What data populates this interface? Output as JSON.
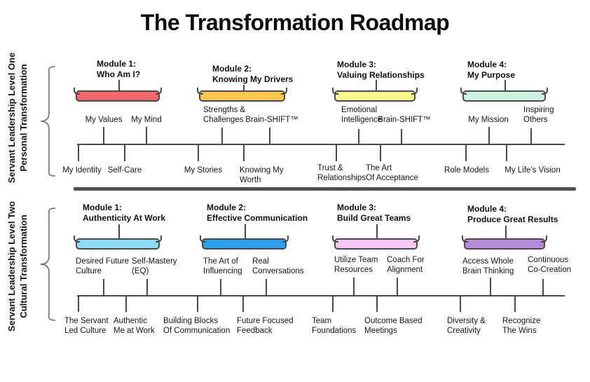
{
  "title": "The Transformation Roadmap",
  "colors": {
    "line": "#4a4a4a",
    "divider": "#4f4f4f"
  },
  "levels": [
    {
      "side_label_line1": "Servant Leadership Level One",
      "side_label_line2": "Personal Transformation",
      "modules": [
        {
          "number": "Module 1:",
          "title": "Who Am I?",
          "bar_color": "#F9696C",
          "topics_above": [
            {
              "label": "My Values"
            },
            {
              "label": "My Mind"
            }
          ],
          "topics_below": [
            {
              "label": "My Identity"
            },
            {
              "label": "Self-Care"
            }
          ]
        },
        {
          "number": "Module 2:",
          "title": "Knowing My Drivers",
          "bar_color": "#FBC84F",
          "topics_above": [
            {
              "label": "Strengths &\nChallenges"
            },
            {
              "label": "Brain-SHIFT™"
            }
          ],
          "topics_below": [
            {
              "label": "My Stories"
            },
            {
              "label": "Knowing My\nWorth"
            }
          ]
        },
        {
          "number": "Module 3:",
          "title": "Valuing Relationships",
          "bar_color": "#FAFA8C",
          "topics_above": [
            {
              "label": "Emotional\nIntelligence"
            },
            {
              "label": "Brain-SHIFT™"
            }
          ],
          "topics_below": [
            {
              "label": "Trust &\nRelationships"
            },
            {
              "label": "The Art\nOf Acceptance"
            }
          ]
        },
        {
          "number": "Module 4:",
          "title": "My Purpose",
          "bar_color": "#CBF2DF",
          "topics_above": [
            {
              "label": "My Mission"
            },
            {
              "label": "Inspiring\nOthers"
            }
          ],
          "topics_below": [
            {
              "label": "Role Models"
            },
            {
              "label": "My Life’s Vision"
            }
          ]
        }
      ]
    },
    {
      "side_label_line1": "Servant Leadership Level Two",
      "side_label_line2": "Cultural Transformation",
      "modules": [
        {
          "number": "Module 1:",
          "title": "Authenticity At Work",
          "bar_color": "#8FDCFA",
          "topics_above": [
            {
              "label": "Desired Future\nCulture"
            },
            {
              "label": "Self-Mastery\n(EQ)"
            }
          ],
          "topics_below": [
            {
              "label": "The Servant\nLed Culture"
            },
            {
              "label": "Authentic\nMe at Work"
            }
          ]
        },
        {
          "number": "Module 2:",
          "title": "Effective Communication",
          "bar_color": "#2E9FEF",
          "topics_above": [
            {
              "label": "The Art of\nInfluencing"
            },
            {
              "label": "Real\nConversations"
            }
          ],
          "topics_below": [
            {
              "label": "Building Blocks\nOf Communication"
            },
            {
              "label": "Future Focused\nFeedback"
            }
          ]
        },
        {
          "number": "Module 3:",
          "title": "Build Great Teams",
          "bar_color": "#F8C7F6",
          "topics_above": [
            {
              "label": "Utilize Team\nResources"
            },
            {
              "label": "Coach For\nAlignment"
            }
          ],
          "topics_below": [
            {
              "label": "Team\nFoundations"
            },
            {
              "label": "Outcome Based\nMeetings"
            }
          ]
        },
        {
          "number": "Module 4:",
          "title": "Produce Great Results",
          "bar_color": "#B58CDA",
          "topics_above": [
            {
              "label": "Access Whole\nBrain Thinking"
            },
            {
              "label": "Continuous\nCo-Creation"
            }
          ],
          "topics_below": [
            {
              "label": "Diversity &\nCreativity"
            },
            {
              "label": "Recognize\nThe Wins"
            }
          ]
        }
      ]
    }
  ]
}
